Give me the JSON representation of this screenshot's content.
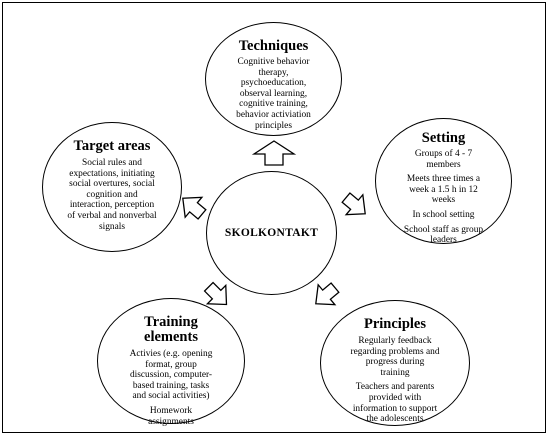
{
  "center": {
    "label": "SKOLKONTAKT"
  },
  "techniques": {
    "title": "Techniques",
    "lines": [
      "Cognitive behavior",
      "therapy,",
      "psychoeducation,",
      "observal learning,",
      "cognitive training,",
      "behavior activiation",
      "principles"
    ]
  },
  "setting": {
    "title": "Setting",
    "items": [
      [
        "Groups of 4 - 7",
        "members"
      ],
      [
        "Meets three times a",
        "week a 1.5 h in 12",
        "weeks"
      ],
      [
        "In school setting"
      ],
      [
        "School staff as group",
        "leaders"
      ]
    ]
  },
  "principles": {
    "title": "Principles",
    "items": [
      [
        "Regularly feedback",
        "regarding problems and",
        "progress during",
        "training"
      ],
      [
        "Teachers and parents",
        "provided with",
        "information to support",
        "the adolescents"
      ]
    ]
  },
  "training": {
    "title_lines": [
      "Training",
      "elements"
    ],
    "items": [
      [
        "Activies (e.g. opening",
        "format, group",
        "discussion, computer-",
        "based training, tasks",
        "and social activities)"
      ],
      [
        "Homework",
        "assignments"
      ]
    ]
  },
  "target": {
    "title": "Target areas",
    "lines": [
      "Social rules and",
      "expectations, initiating",
      "social overtures, social",
      "cognition and",
      "interaction, perception",
      "of verbal and nonverbal",
      "signals"
    ]
  }
}
